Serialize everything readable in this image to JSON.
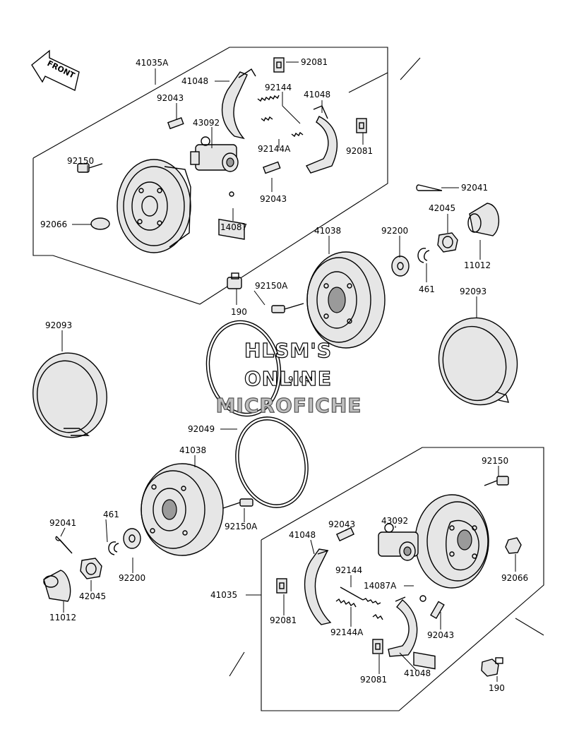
{
  "front_arrow": {
    "label": "FRONT",
    "icon": "front-arrow-icon"
  },
  "watermark": {
    "line1": "HLSM'S",
    "line2": "ONLINE",
    "line3": "MICROFICHE"
  },
  "labels": {
    "upper_41035A": "41035A",
    "upper_41048_a": "41048",
    "upper_92081_a": "92081",
    "upper_92144": "92144",
    "upper_41048_b": "41048",
    "upper_92043_a": "92043",
    "upper_43092": "43092",
    "upper_92144A": "92144A",
    "upper_92081_b": "92081",
    "upper_92150": "92150",
    "upper_92043_b": "92043",
    "upper_92066": "92066",
    "upper_14087": "14087",
    "upper_92041": "92041",
    "upper_42045": "42045",
    "upper_41038": "41038",
    "upper_92200": "92200",
    "upper_11012": "11012",
    "upper_92150A": "92150A",
    "upper_461": "461",
    "upper_190": "190",
    "upper_92093_right": "92093",
    "upper_92093_left": "92093",
    "center_92049": "92049",
    "lower_92049": "92049",
    "lower_41038": "41038",
    "lower_92150": "92150",
    "lower_92041": "92041",
    "lower_461": "461",
    "lower_92150A": "92150A",
    "lower_92043_a": "92043",
    "lower_43092": "43092",
    "lower_41048_a": "41048",
    "lower_92200": "92200",
    "lower_92144": "92144",
    "lower_42045": "42045",
    "lower_14087A": "14087A",
    "lower_92066": "92066",
    "lower_41035": "41035",
    "lower_11012": "11012",
    "lower_92081_a": "92081",
    "lower_92144A": "92144A",
    "lower_92043_b": "92043",
    "lower_92081_b": "92081",
    "lower_41048_b": "41048",
    "lower_190": "190"
  }
}
